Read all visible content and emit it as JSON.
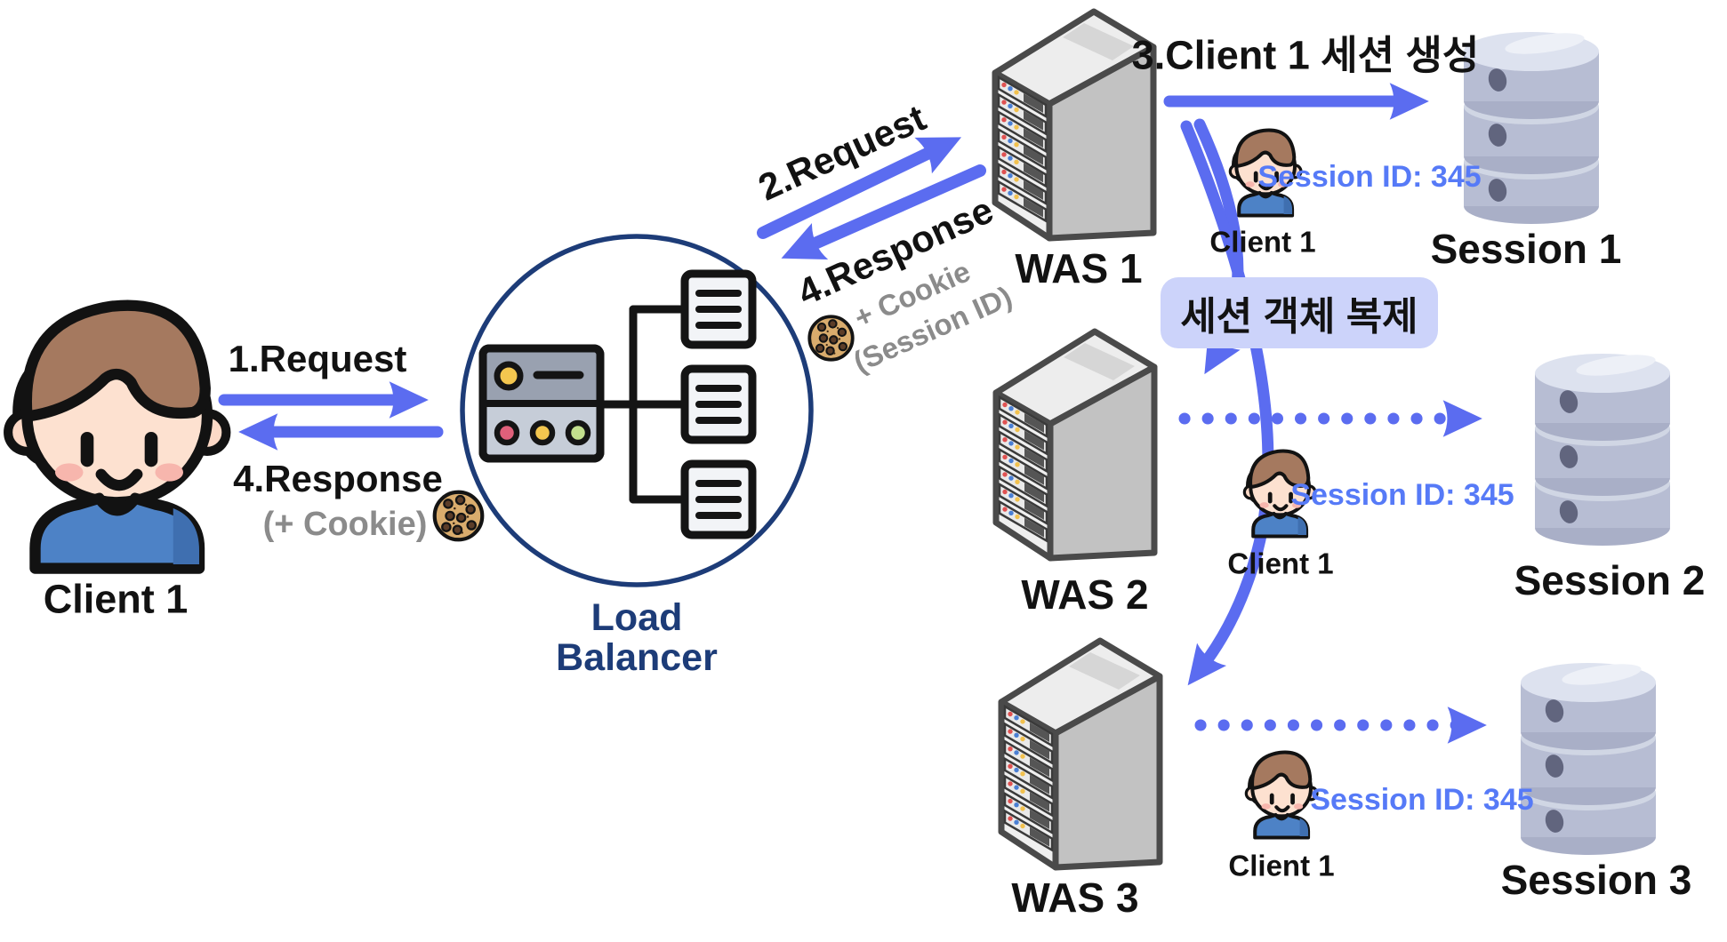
{
  "labels": {
    "client_main": "Client 1",
    "flow1": "1.Request",
    "flow4": "4.Response",
    "flow4_cookie": "(+ Cookie)",
    "flow2": "2.Request",
    "flow4b": "4.Response",
    "flow4b_cookie": "+ Cookie",
    "flow4b_session": "(Session ID)",
    "flow3": "3.Client 1 세션 생성",
    "replicate_badge": "세션 객체 복제",
    "load_balancer": "Load\nBalancer"
  },
  "was_nodes": [
    {
      "label": "WAS 1"
    },
    {
      "label": "WAS 2"
    },
    {
      "label": "WAS 3"
    }
  ],
  "session_rows": [
    {
      "db_label": "Session 1",
      "client": "Client 1",
      "session_id": "Session ID: 345"
    },
    {
      "db_label": "Session 2",
      "client": "Client 1",
      "session_id": "Session ID: 345"
    },
    {
      "db_label": "Session 3",
      "client": "Client 1",
      "session_id": "Session ID: 345"
    }
  ],
  "colors": {
    "arrow_blue": "#5b6cf0",
    "session_id_blue": "#567af7",
    "navy": "#1d3c78",
    "gray_text": "#8b8b8b",
    "badge_bg": "#ccd3fa"
  },
  "icons": {
    "client_avatar": "person-avatar-icon",
    "load_balancer": "load-balancer-icon",
    "was_server": "server-tower-icon",
    "session_db": "database-icon",
    "cookie": "cookie-icon"
  }
}
